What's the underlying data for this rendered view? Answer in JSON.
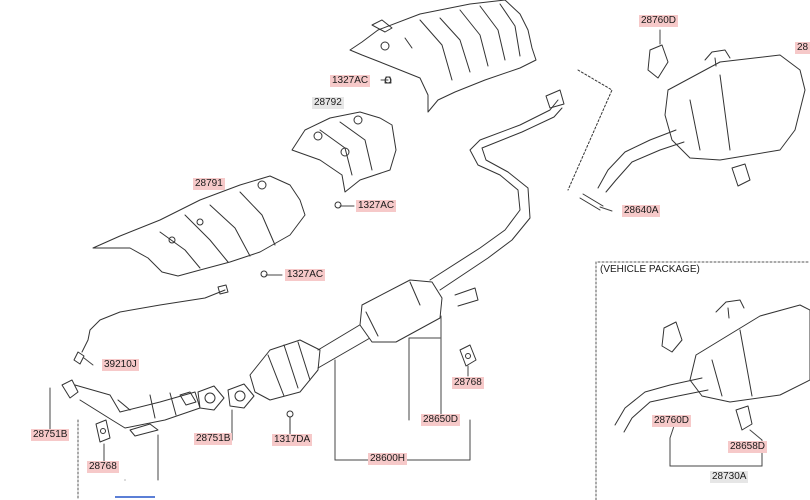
{
  "package_label": "(VEHICLE PACKAGE)",
  "callouts": [
    {
      "id": "c28760D_top",
      "text": "28760D",
      "style": "hl"
    },
    {
      "id": "c28_right",
      "text": "28",
      "style": "hl"
    },
    {
      "id": "c1327AC_a",
      "text": "1327AC",
      "style": "hl"
    },
    {
      "id": "c28792",
      "text": "28792",
      "style": "plain"
    },
    {
      "id": "c28791",
      "text": "28791",
      "style": "hl"
    },
    {
      "id": "c1327AC_b",
      "text": "1327AC",
      "style": "hl"
    },
    {
      "id": "c1327AC_c",
      "text": "1327AC",
      "style": "hl"
    },
    {
      "id": "c28640A",
      "text": "28640A",
      "style": "hl"
    },
    {
      "id": "c39210J",
      "text": "39210J",
      "style": "hl"
    },
    {
      "id": "c28768_mid",
      "text": "28768",
      "style": "hl"
    },
    {
      "id": "c28650D",
      "text": "28650D",
      "style": "hl"
    },
    {
      "id": "c28751B_left",
      "text": "28751B",
      "style": "hl"
    },
    {
      "id": "c28751B_mid",
      "text": "28751B",
      "style": "hl"
    },
    {
      "id": "c1317DA",
      "text": "1317DA",
      "style": "hl"
    },
    {
      "id": "c28768_left",
      "text": "28768",
      "style": "hl"
    },
    {
      "id": "c28600H",
      "text": "28600H",
      "style": "hl"
    },
    {
      "id": "c28760D_pkg",
      "text": "28760D",
      "style": "hl"
    },
    {
      "id": "c28658D",
      "text": "28658D",
      "style": "hl"
    },
    {
      "id": "c28730A",
      "text": "28730A",
      "style": "plain"
    }
  ]
}
